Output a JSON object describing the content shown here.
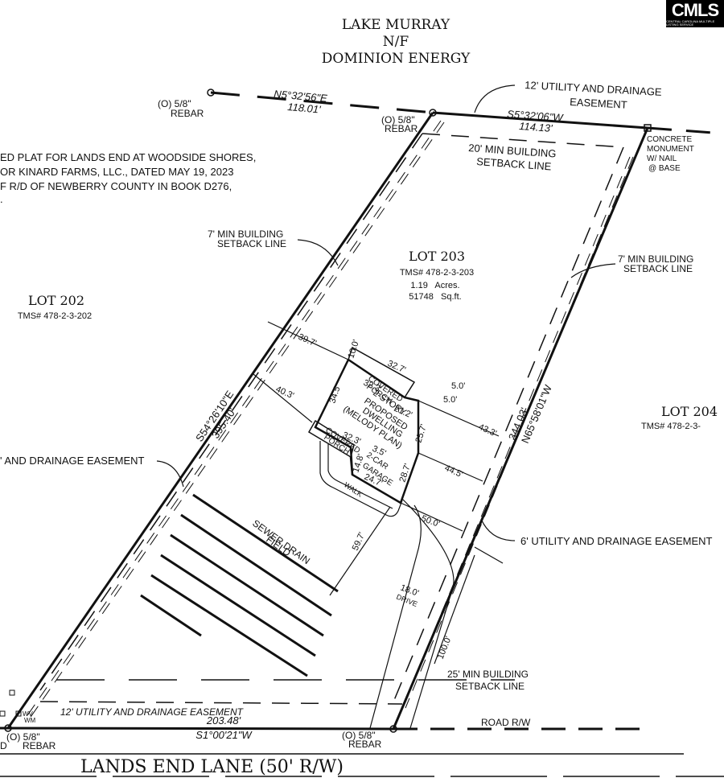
{
  "header": {
    "title_line1": "LAKE MURRAY",
    "title_line2": "N/F",
    "title_line3": "DOMINION ENERGY"
  },
  "logo": {
    "text": "CMLS",
    "subtext": "CENTRAL CAROLINA MULTIPLE LISTING SERVICE"
  },
  "reference_note": {
    "line1": "ED PLAT FOR LANDS END AT WOODSIDE SHORES,",
    "line2": "OR KINARD FARMS, LLC., DATED MAY 19, 2023",
    "line3": "F R/D OF NEWBERRY COUNTY IN BOOK D276,",
    "line4": "."
  },
  "monuments": {
    "nw_rebar": {
      "line1": "(O) 5/8\"",
      "line2": "REBAR"
    },
    "n_rebar": {
      "line1": "(O) 5/8\"",
      "line2": "REBAR"
    },
    "ne_monument": {
      "line1": "CONCRETE",
      "line2": "MONUMENT",
      "line3": "W/ NAIL",
      "line4": "@ BASE"
    },
    "sw_rebar": {
      "line1": "(O) 5/8\"",
      "line2": "REBAR"
    },
    "se_rebar": {
      "line1": "(O) 5/8\"",
      "line2": "REBAR"
    },
    "sw_edge_letter": "D",
    "utility_wv": "WV",
    "utility_wm": "WM"
  },
  "bearings": {
    "north_left": {
      "bearing": "N5°32'56\"E",
      "distance": "118.01'"
    },
    "north_right": {
      "bearing": "S5°32'06\"W",
      "distance": "114.13'"
    },
    "west": {
      "bearing": "S54°26'10\"E",
      "distance": "395.40'"
    },
    "east": {
      "bearing": "N65°58'01\"W",
      "distance": "344.03'"
    },
    "south": {
      "bearing": "S1°00'21\"W",
      "distance": "203.48'"
    }
  },
  "easements": {
    "north": {
      "line1": "12' UTILITY AND DRAINAGE",
      "line2": "EASEMENT"
    },
    "west": "' AND DRAINAGE EASEMENT",
    "east": "6' UTILITY AND DRAINAGE EASEMENT",
    "south": "12' UTILITY AND DRAINAGE EASEMENT"
  },
  "setbacks": {
    "north": {
      "line1": "20' MIN BUILDING",
      "line2": "SETBACK LINE"
    },
    "west": {
      "line1": "7' MIN BUILDING",
      "line2": "SETBACK LINE"
    },
    "east": {
      "line1": "7' MIN BUILDING",
      "line2": "SETBACK LINE"
    },
    "south": {
      "line1": "25' MIN BUILDING",
      "line2": "SETBACK LINE"
    }
  },
  "lots": {
    "lot203": {
      "name": "LOT 203",
      "tms": "TMS# 478-2-3-203",
      "acres": "1.19   Acres.",
      "sqft": "51748   Sq.ft."
    },
    "lot202": {
      "name": "LOT 202",
      "tms": "TMS# 478-2-3-202"
    },
    "lot204": {
      "name": "LOT 204",
      "tms": "TMS# 478-2-3-"
    }
  },
  "dwelling": {
    "line1": "2-STORY",
    "line2": "PROPOSED",
    "line3": "DWELLING",
    "line4": "(MELODY PLAN)",
    "rear_porch": {
      "line1": "COVERED",
      "line2": "PORCH"
    },
    "front_porch": {
      "line1": "COVERED",
      "line2": "PORCH"
    },
    "garage": {
      "line1": "2-CAR",
      "line2": "GARAGE"
    },
    "walk": "WALK",
    "drive": "DRIVE"
  },
  "dimensions": {
    "d39_7": "39.7'",
    "d10_0": "10.0'",
    "d32_7": "32.7'",
    "d32_3a": "32.3'",
    "d5_0a": "5.0'",
    "d5_0b": "5.0'",
    "d40_3": "40.3'",
    "d34_5": "34.5",
    "d21_2": "21.2'",
    "d43_3": "43.3'",
    "d25_7": "25.7'",
    "d32_3b": "32.3'",
    "d3_5": "3.5'",
    "d14_8": "14.8'",
    "d28_7": "28.7'",
    "d24_7": "24.7'",
    "d44_5": "44.5'",
    "d50_0": "50.0'",
    "d59_7": "59.7'",
    "d18_0": "18.0'",
    "d100_0": "100.0'"
  },
  "features": {
    "sewer": {
      "line1": "SEWER DRAIN",
      "line2": "FIELD"
    },
    "road_rw": "ROAD R/W",
    "street": "LANDS END LANE (50' R/W)"
  }
}
